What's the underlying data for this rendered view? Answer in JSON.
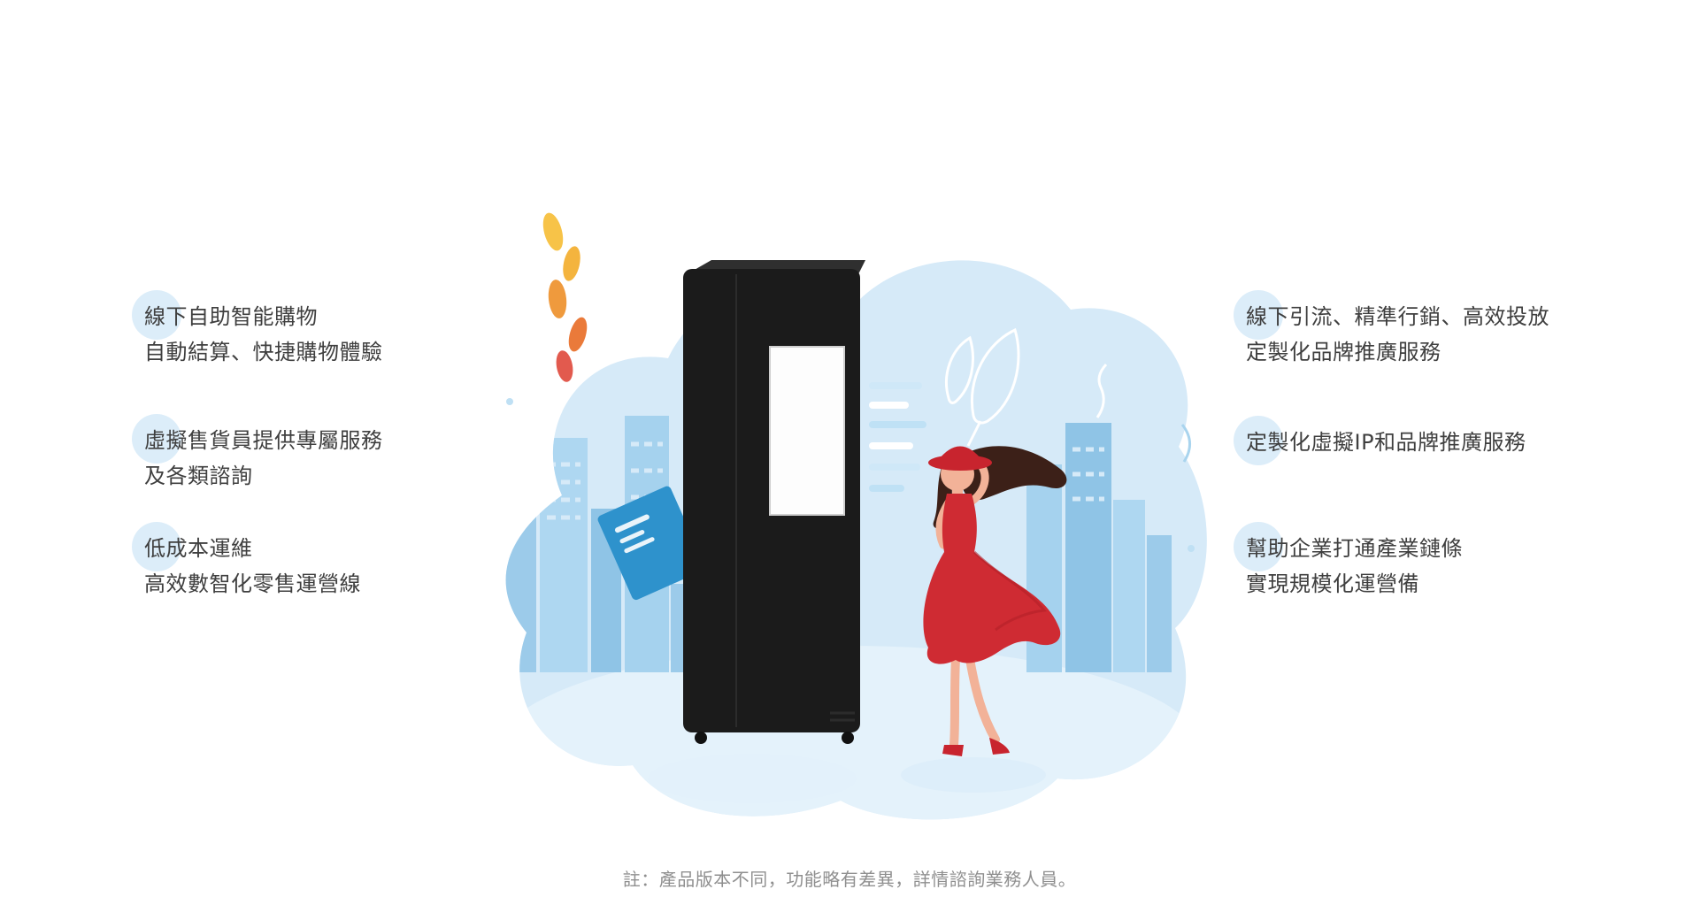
{
  "features_left": [
    {
      "lines": [
        "線下自助智能購物",
        "自動結算、快捷購物體驗"
      ]
    },
    {
      "lines": [
        "虛擬售貨員提供專屬服務",
        "及各類諮詢"
      ]
    },
    {
      "lines": [
        "低成本運維",
        "高效數智化零售運營線"
      ]
    }
  ],
  "features_right": [
    {
      "lines": [
        "線下引流、精準行銷、高效投放",
        "定製化品牌推廣服務"
      ]
    },
    {
      "lines": [
        "定製化虛擬IP和品牌推廣服務"
      ]
    },
    {
      "lines": [
        "幫助企業打通產業鏈條",
        "實現規模化運營備"
      ]
    }
  ],
  "footnote": "註：產品版本不同，功能略有差異，詳情諮詢業務人員。",
  "illustration": {
    "name": "smart-vending-kiosk-with-woman-and-city",
    "palette": {
      "blob": "#d6eaf8",
      "ground": "#e4f2fb",
      "building_light": "#aed7f1",
      "building_mid": "#9ccbea",
      "building_dark": "#8fc4e6",
      "machine_black": "#1b1b1b",
      "screen_white": "#fdfdfd",
      "parcel_blue": "#2e92cc",
      "dress_red": "#cf2b33",
      "hat_red": "#c8242e",
      "skin": "#f2b298",
      "hair_brown": "#3c2018",
      "leaf_yellow": "#f7c348",
      "leaf_orange": "#ef9a3d",
      "leaf_red": "#e25a4e",
      "accent_circle": "#dcedf9"
    }
  }
}
